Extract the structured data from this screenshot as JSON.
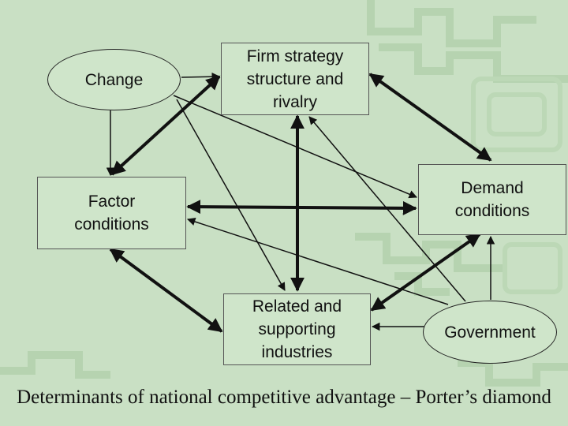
{
  "nodes": {
    "firm": "Firm strategy\nstructure and\nrivalry",
    "demand": "Demand\nconditions",
    "factor": "Factor\nconditions",
    "related": "Related and\nsupporting\nindustries",
    "change": "Change",
    "government": "Government"
  },
  "caption": "Determinants of national competitive advantage – Porter’s diamond",
  "colors": {
    "background": "#c9e0c4",
    "arrow": "#111111"
  }
}
